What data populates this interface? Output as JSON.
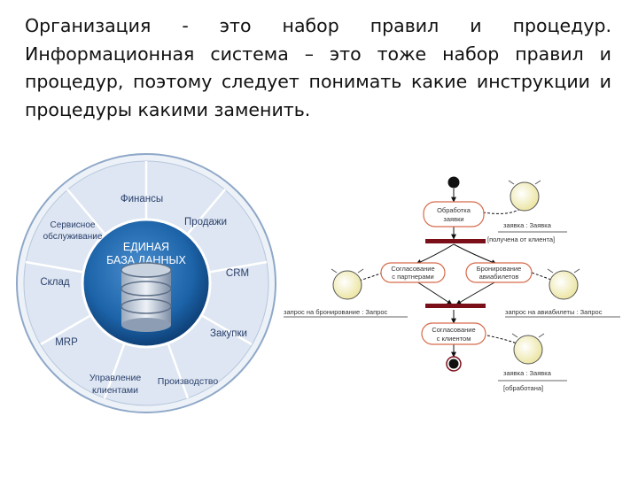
{
  "slide": {
    "text": "Организация - это набор правил и процедур. Информационная система – это тоже набор правил и процедур, поэтому следует понимать какие инструкции и процедуры какими заменить."
  },
  "erp_wheel": {
    "center_line1": "ЕДИНАЯ",
    "center_line2": "БАЗА ДАННЫХ",
    "segments": [
      {
        "lines": [
          "Финансы"
        ]
      },
      {
        "lines": [
          "Продажи"
        ]
      },
      {
        "lines": [
          "CRM"
        ]
      },
      {
        "lines": [
          "Закупки"
        ]
      },
      {
        "lines": [
          "Производство"
        ]
      },
      {
        "lines": [
          "Управление",
          "клиентами"
        ]
      },
      {
        "lines": [
          "MRP"
        ]
      },
      {
        "lines": [
          "Склад"
        ]
      },
      {
        "lines": [
          "Сервисное",
          "обслуживание"
        ]
      }
    ],
    "colors": {
      "ring": "#dde6f2",
      "hub": "#1c63a8",
      "label": "#2a3f6b"
    }
  },
  "uml": {
    "action_processing_line1": "Обработка",
    "action_processing_line2": "заявки",
    "object_order_top": "заявка : Заявка",
    "object_order_top_state": "[получена от клиента]",
    "action_partners_line1": "Согласование",
    "action_partners_line2": "с партнерами",
    "action_booking_line1": "Бронирование",
    "action_booking_line2": "авиабилетов",
    "object_booking_request": "запрос на бронирование : Запрос",
    "object_airline_request": "запрос на авиабилеты : Запрос",
    "action_client_line1": "Согласование",
    "action_client_line2": "с клиентом",
    "object_order_bottom": "заявка : Заявка",
    "object_order_bottom_state": "[обработана]",
    "colors": {
      "bar": "#7a0f1a",
      "action_stroke": "#d66a4a",
      "actor_fill": "#f6f3c6",
      "node": "#111111"
    }
  }
}
